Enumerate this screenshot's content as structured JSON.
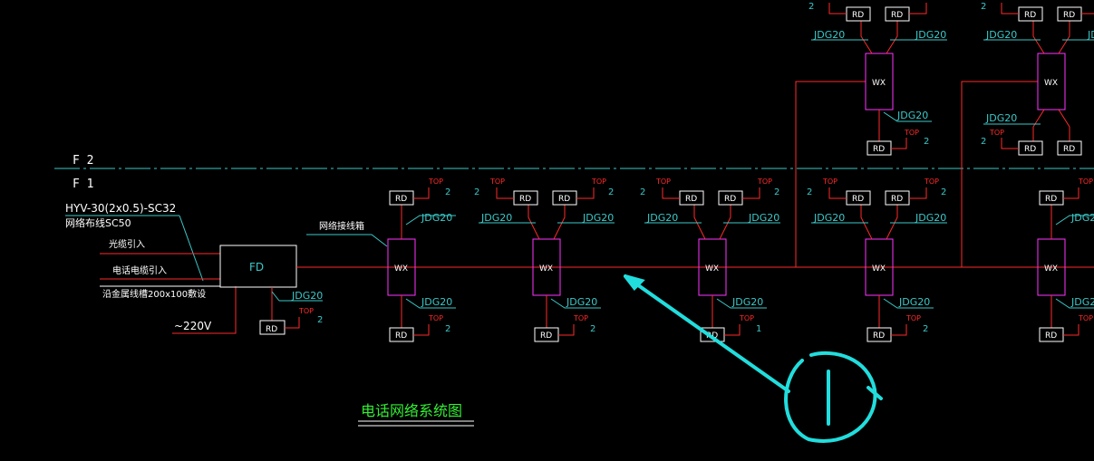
{
  "colors": {
    "background": "#000000",
    "trunk_line": "#ff2a2a",
    "wx_box": "#ff33ff",
    "leader": "#3cc8c8",
    "label_white": "#ffffff",
    "title_green": "#33ee33",
    "annotation": "#22dddd"
  },
  "floors": {
    "upper": "F 2",
    "lower": "F 1"
  },
  "left_notes": {
    "cable": "HYV-30(2x0.5)-SC32",
    "network_line": "网络布线SC50",
    "fiber_in": "光缆引入",
    "phone_cable_in": "电话电缆引入",
    "trunking": "沿金属线槽200x100敷设",
    "power": "~220V"
  },
  "fd": {
    "label": "FD",
    "conduit": "JDG20",
    "outlet": "RD",
    "top": "TOP",
    "count": "2"
  },
  "network_cabinet_label": "网络接线箱",
  "wx_label": "WX",
  "outlet_label": "RD",
  "top_label": "TOP",
  "conduit_label": "JDG20",
  "wx_counts_f1": [
    "2",
    "2",
    "2",
    "2",
    "2",
    "2",
    "2",
    "1",
    "2",
    "2",
    "2"
  ],
  "title": "电话网络系统图",
  "annotation_mark": "①"
}
